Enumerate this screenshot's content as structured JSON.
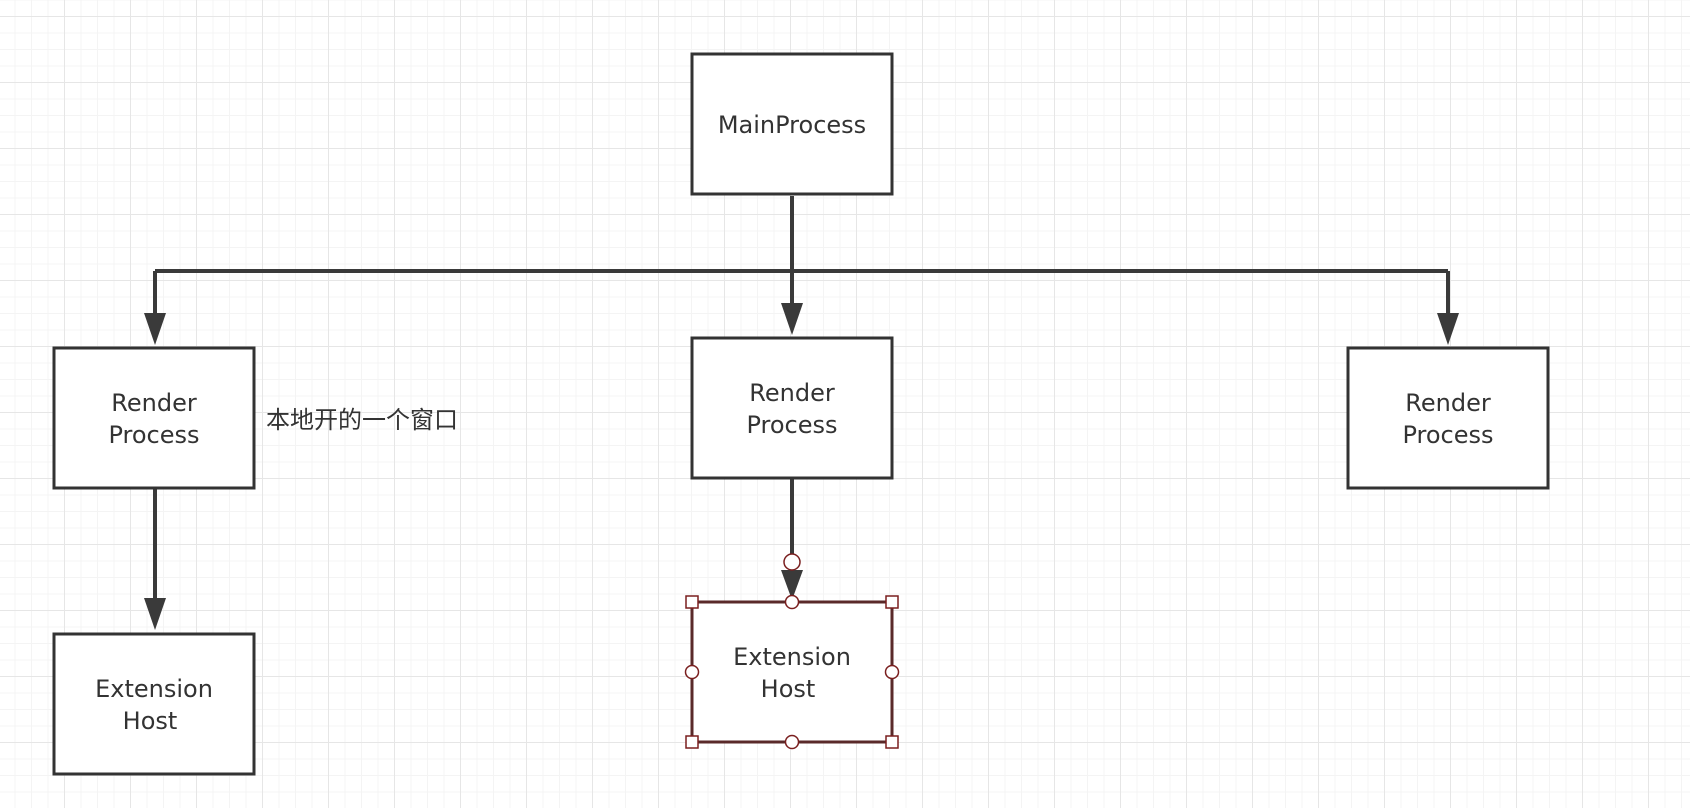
{
  "diagram": {
    "nodes": {
      "main": {
        "label": "MainProcess"
      },
      "render_left": {
        "label_line1": "Render",
        "label_line2": "Process"
      },
      "render_center": {
        "label_line1": "Render",
        "label_line2": "Process"
      },
      "render_right": {
        "label_line1": "Render",
        "label_line2": "Process"
      },
      "ext_left": {
        "label_line1": "Extension",
        "label_line2": "Host"
      },
      "ext_center": {
        "label_line1": "Extension",
        "label_line2": "Host",
        "selected": true
      }
    },
    "annotation": {
      "text": "本地开的一个窗口"
    },
    "edges": [
      {
        "from": "main",
        "to": "render_left"
      },
      {
        "from": "main",
        "to": "render_center"
      },
      {
        "from": "main",
        "to": "render_right"
      },
      {
        "from": "render_left",
        "to": "ext_left"
      },
      {
        "from": "render_center",
        "to": "ext_center"
      }
    ],
    "colors": {
      "stroke": "#333333",
      "selection": "#7a1f1f",
      "grid": "#e6e6e6"
    }
  }
}
